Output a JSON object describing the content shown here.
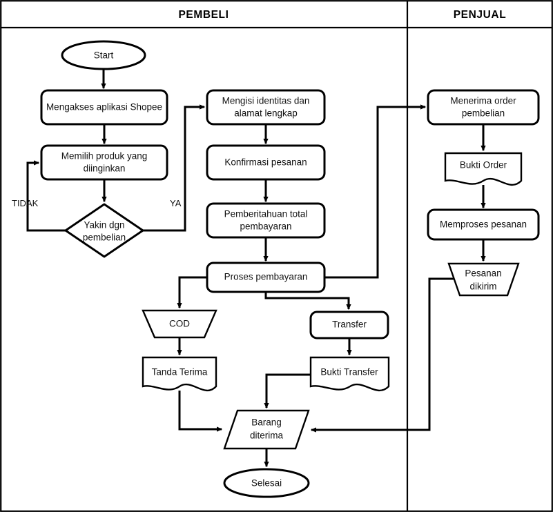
{
  "lanes": [
    {
      "id": "pembeli",
      "title": "PEMBELI"
    },
    {
      "id": "penjual",
      "title": "PENJUAL"
    }
  ],
  "nodes": {
    "start": {
      "label": "Start",
      "shape": "terminator"
    },
    "mengakses": {
      "label": "Mengakses aplikasi Shopee",
      "shape": "process"
    },
    "memilih_1": {
      "label": "Memilih produk yang",
      "shape": "process"
    },
    "memilih_2": {
      "label": "diinginkan",
      "shape": "process"
    },
    "yakin_1": {
      "label": "Yakin dgn",
      "shape": "decision"
    },
    "yakin_2": {
      "label": "pembelian",
      "shape": "decision"
    },
    "mengisi_1": {
      "label": "Mengisi identitas dan",
      "shape": "process"
    },
    "mengisi_2": {
      "label": "alamat lengkap",
      "shape": "process"
    },
    "konfirmasi": {
      "label": "Konfirmasi pesanan",
      "shape": "process"
    },
    "pemberitahuan_1": {
      "label": "Pemberitahuan total",
      "shape": "process"
    },
    "pemberitahuan_2": {
      "label": "pembayaran",
      "shape": "process"
    },
    "proses_bayar": {
      "label": "Proses pembayaran",
      "shape": "process"
    },
    "cod": {
      "label": "COD",
      "shape": "manual-operation"
    },
    "tanda_terima": {
      "label": "Tanda Terima",
      "shape": "document"
    },
    "transfer": {
      "label": "Transfer",
      "shape": "process"
    },
    "bukti_transfer": {
      "label": "Bukti Transfer",
      "shape": "document"
    },
    "barang_1": {
      "label": "Barang",
      "shape": "parallelogram"
    },
    "barang_2": {
      "label": "diterima",
      "shape": "parallelogram"
    },
    "selesai": {
      "label": "Selesai",
      "shape": "terminator"
    },
    "menerima_1": {
      "label": "Menerima order",
      "shape": "process"
    },
    "menerima_2": {
      "label": "pembelian",
      "shape": "process"
    },
    "bukti_order": {
      "label": "Bukti Order",
      "shape": "document"
    },
    "memproses": {
      "label": "Memproses pesanan",
      "shape": "process"
    },
    "pesanan_1": {
      "label": "Pesanan",
      "shape": "manual-operation"
    },
    "pesanan_2": {
      "label": "dikirim",
      "shape": "manual-operation"
    }
  },
  "edge_labels": {
    "tidak": "TIDAK",
    "ya": "YA"
  },
  "colors": {
    "stroke": "#000000",
    "fill": "#ffffff",
    "text": "#111111"
  }
}
